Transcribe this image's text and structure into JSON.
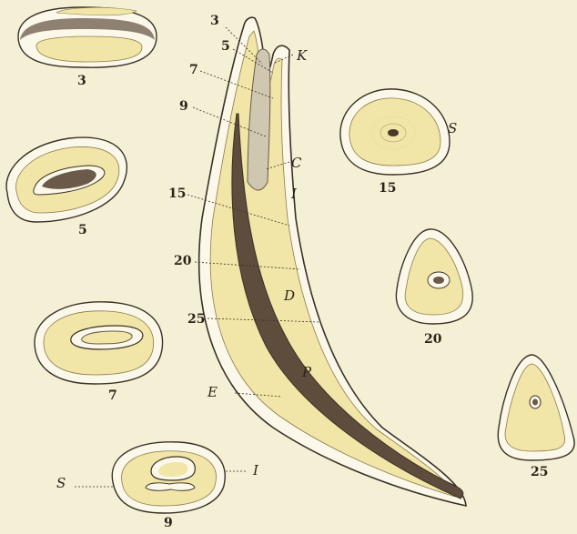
{
  "figure": {
    "background": "#f4f0d6",
    "colors": {
      "dentine": "#f1e6a8",
      "enamel": "#fbf8ea",
      "pulp": "#6b5a4a",
      "outline": "#3a3024"
    },
    "tooth_levels": [
      "3",
      "5",
      "7",
      "9",
      "15",
      "20",
      "25"
    ],
    "tooth_letters": [
      "K",
      "C",
      "I",
      "D",
      "P",
      "E"
    ],
    "sections": [
      {
        "label": "3"
      },
      {
        "label": "5"
      },
      {
        "label": "7"
      },
      {
        "label": "9",
        "letters": [
          "I",
          "S"
        ]
      },
      {
        "label": "15",
        "letters": [
          "S"
        ]
      },
      {
        "label": "20"
      },
      {
        "label": "25"
      }
    ]
  }
}
